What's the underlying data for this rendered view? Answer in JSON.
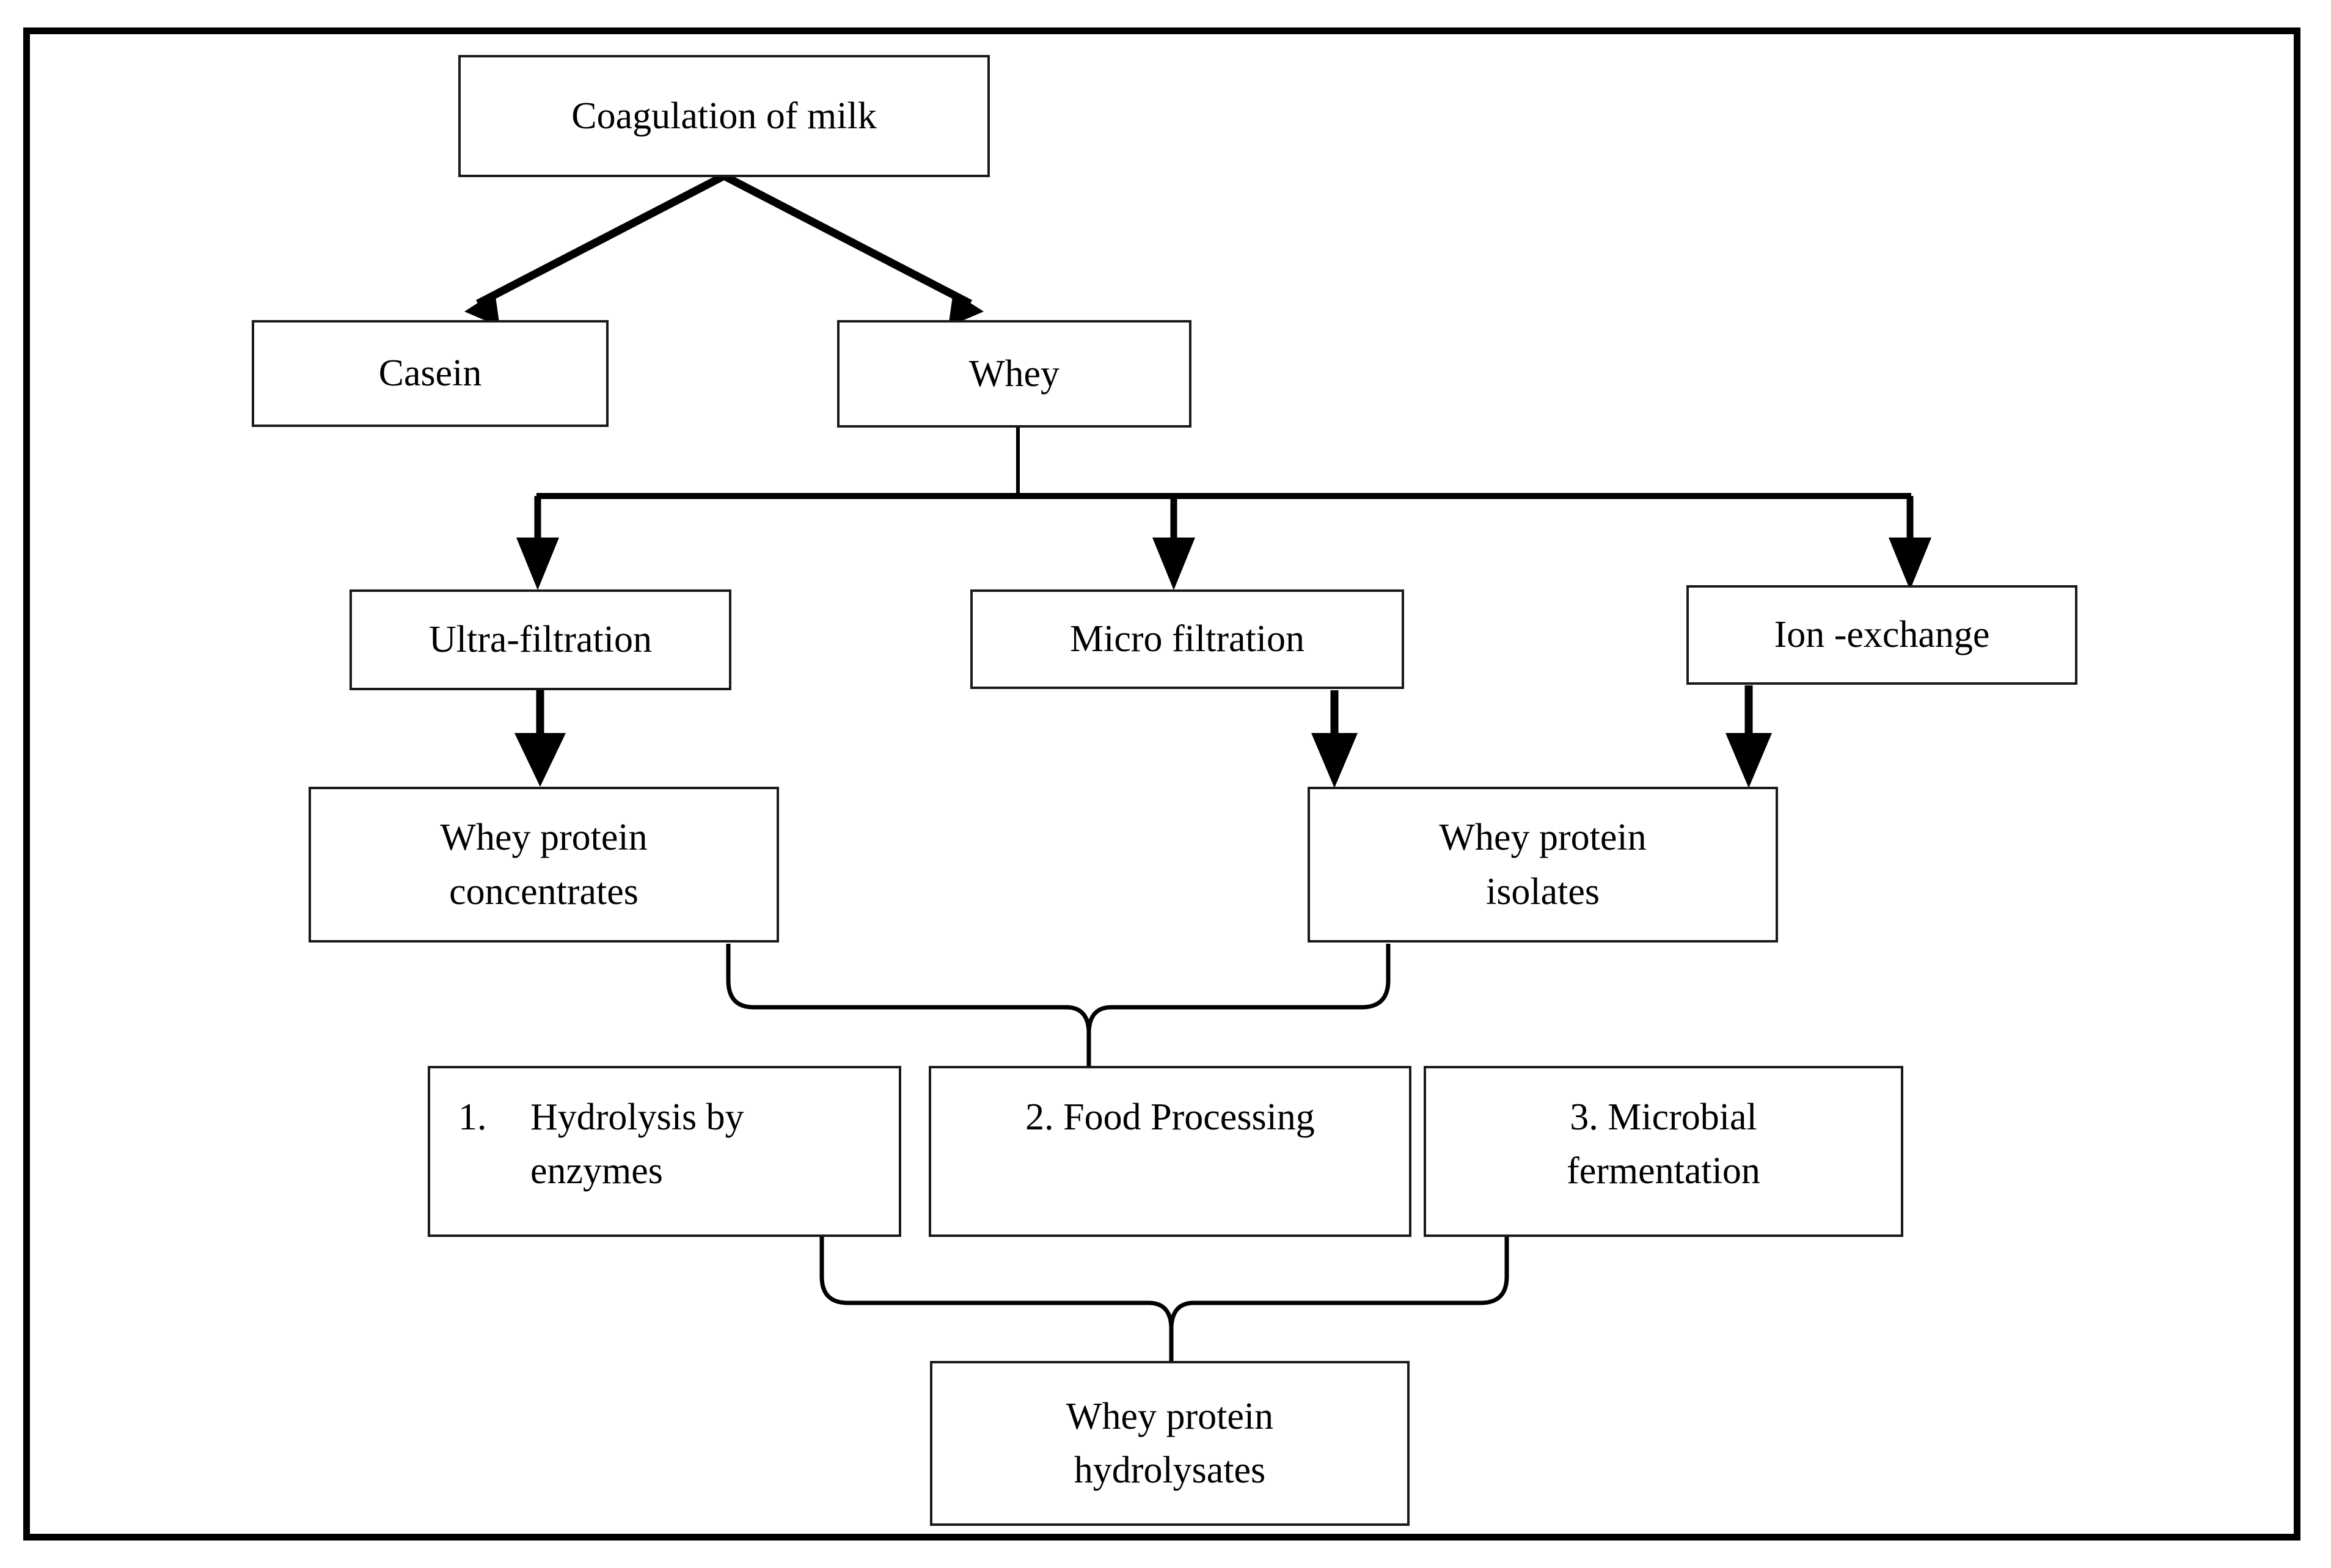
{
  "figure": {
    "type": "flowchart",
    "orientation": "top-down",
    "border_color": "#000000",
    "box_border_color": "#1a1a1a",
    "connector_color": "#000000",
    "background": "#ffffff"
  },
  "nodes": {
    "coagulation": {
      "label": "Coagulation of milk"
    },
    "casein": {
      "label": "Casein"
    },
    "whey": {
      "label": "Whey"
    },
    "ultrafiltration": {
      "label": "Ultra-filtration"
    },
    "microfiltration": {
      "label": "Micro filtration"
    },
    "ionexchange": {
      "label": "Ion -exchange"
    },
    "wpc": {
      "line1": "Whey protein",
      "line2": "concentrates"
    },
    "wpi": {
      "line1": "Whey protein",
      "line2": "isolates"
    },
    "hydrolysis": {
      "number": "1.",
      "line1": "Hydrolysis by",
      "line2": "enzymes"
    },
    "foodprocessing": {
      "label": "2. Food Processing"
    },
    "microbial": {
      "line1": "3. Microbial",
      "line2": "fermentation"
    },
    "wph": {
      "line1": "Whey protein",
      "line2": "hydrolysates"
    }
  },
  "edges": [
    {
      "from": "coagulation",
      "to": "casein",
      "style": "diagonal-arrow"
    },
    {
      "from": "coagulation",
      "to": "whey",
      "style": "diagonal-arrow"
    },
    {
      "from": "whey",
      "to": "ultrafiltration",
      "style": "bus-arrow"
    },
    {
      "from": "whey",
      "to": "microfiltration",
      "style": "bus-arrow"
    },
    {
      "from": "whey",
      "to": "ionexchange",
      "style": "bus-arrow"
    },
    {
      "from": "ultrafiltration",
      "to": "wpc",
      "style": "vertical-arrow"
    },
    {
      "from": "microfiltration",
      "to": "wpi",
      "style": "vertical-arrow"
    },
    {
      "from": "ionexchange",
      "to": "wpi",
      "style": "vertical-arrow"
    },
    {
      "from": "wpc",
      "to": "applications",
      "style": "brace"
    },
    {
      "from": "wpi",
      "to": "applications",
      "style": "brace"
    },
    {
      "from": "hydrolysis",
      "to": "wph",
      "style": "brace"
    },
    {
      "from": "microbial",
      "to": "wph",
      "style": "brace"
    }
  ]
}
